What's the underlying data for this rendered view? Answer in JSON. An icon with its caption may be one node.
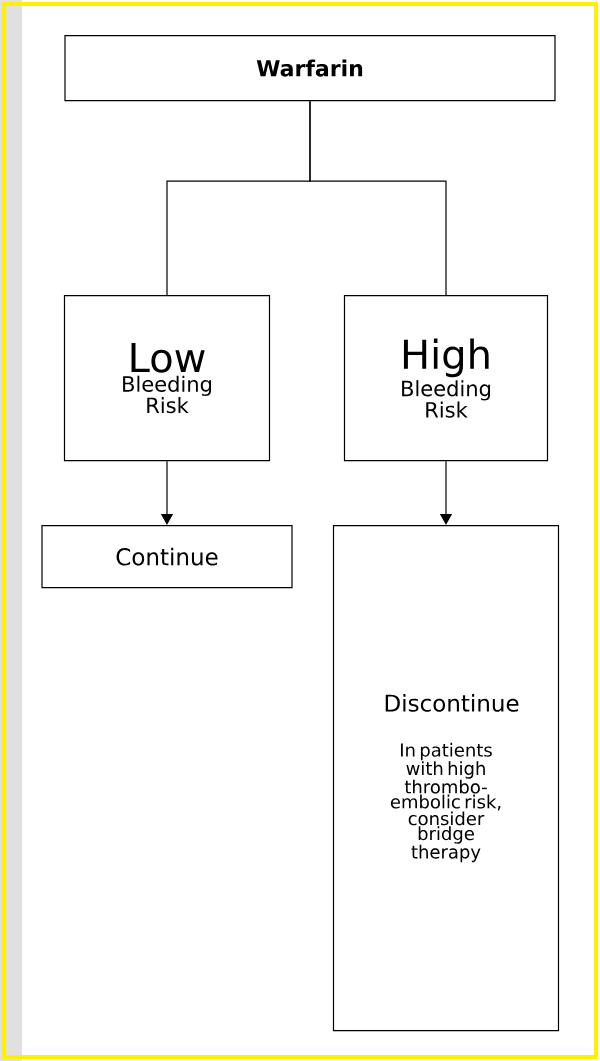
{
  "diagram": {
    "nodes": [
      {
        "text": [
          "Warfarin"
        ]
      },
      {
        "text": [
          "Low",
          "Bleeding Risk"
        ]
      },
      {
        "text": [
          "High",
          "Bleeding Risk"
        ]
      },
      {
        "text": [
          "Continue"
        ]
      },
      {
        "text": [
          "Discontinue",
          "In patients with high thrombo- embolic risk, consider bridge therapy"
        ]
      }
    ],
    "edges": [
      {
        "from": 0,
        "to": 1,
        "arrow": "none"
      },
      {
        "from": 0,
        "to": 2,
        "arrow": "none"
      },
      {
        "from": 1,
        "to": 3,
        "arrow": "to"
      },
      {
        "from": 2,
        "to": 4,
        "arrow": "to"
      }
    ]
  }
}
